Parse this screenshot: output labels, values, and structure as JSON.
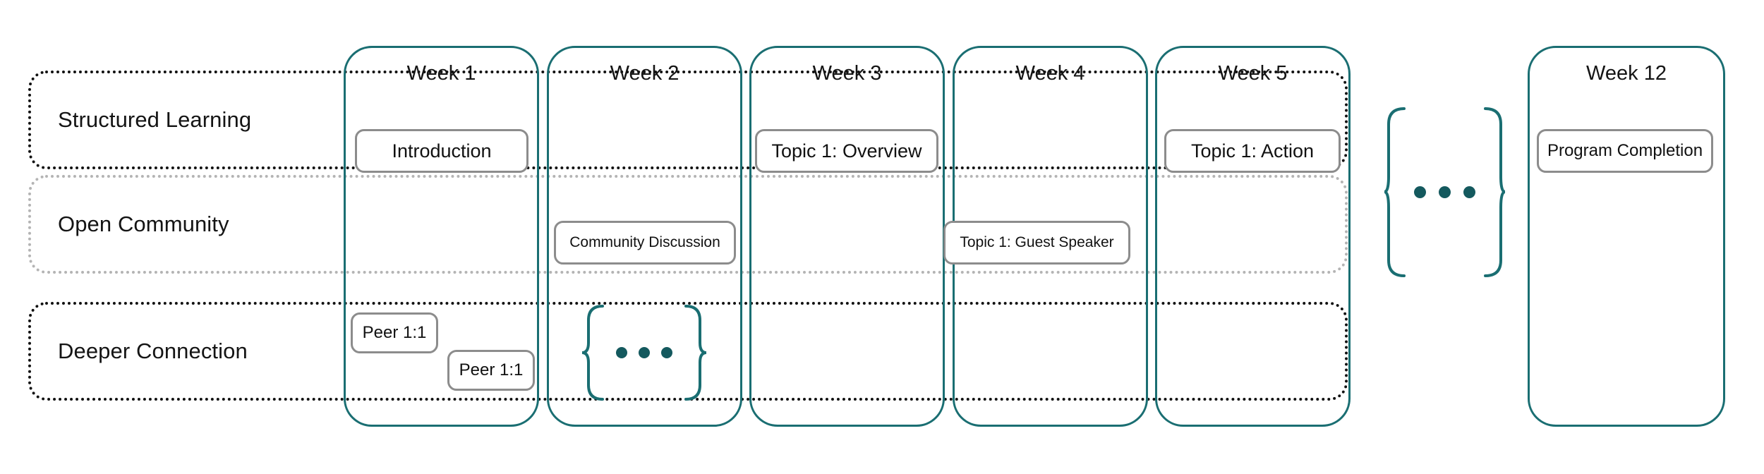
{
  "diagram": {
    "title": "Program Cadence Swimlane",
    "accent_color": "#1a6e72",
    "card_border_color": "#8c8c8c",
    "band_dark_color": "#111111",
    "band_light_color": "#b4b4b4"
  },
  "rows": [
    {
      "label": "Structured Learning",
      "style": "dark"
    },
    {
      "label": "Open Community",
      "style": "light"
    },
    {
      "label": "Deeper Connection",
      "style": "dark"
    }
  ],
  "columns": [
    {
      "label": "Week 1"
    },
    {
      "label": "Week 2"
    },
    {
      "label": "Week 3"
    },
    {
      "label": "Week 4"
    },
    {
      "label": "Week 5"
    },
    {
      "label": "Week 12"
    }
  ],
  "cards": [
    {
      "text": "Introduction",
      "column": "Week 1",
      "row": "Structured Learning"
    },
    {
      "text": "Topic 1: Overview",
      "column": "Week 3",
      "row": "Structured Learning"
    },
    {
      "text": "Topic 1: Action",
      "column": "Week 5",
      "row": "Structured Learning"
    },
    {
      "text": "Program Completion",
      "column": "Week 12",
      "row": "Structured Learning"
    },
    {
      "text": "Community Discussion",
      "column": "Week 2",
      "row": "Open Community"
    },
    {
      "text": "Topic 1: Guest Speaker",
      "column": "Week 4",
      "row": "Open Community"
    },
    {
      "text": "Peer 1:1",
      "column": "Week 1",
      "row": "Deeper Connection"
    },
    {
      "text": "Peer 1:1",
      "column": "Week 1",
      "row": "Deeper Connection"
    }
  ],
  "ellipses": [
    {
      "name": "weeks-continuation-ellipsis",
      "icon": "brace-ellipsis-icon",
      "dots": 3,
      "between": "Week 5",
      "and": "Week 12",
      "row": "Structured Learning"
    },
    {
      "name": "peer-sessions-continuation-ellipsis",
      "icon": "brace-ellipsis-icon",
      "dots": 3,
      "column": "Week 2",
      "row": "Deeper Connection"
    }
  ]
}
